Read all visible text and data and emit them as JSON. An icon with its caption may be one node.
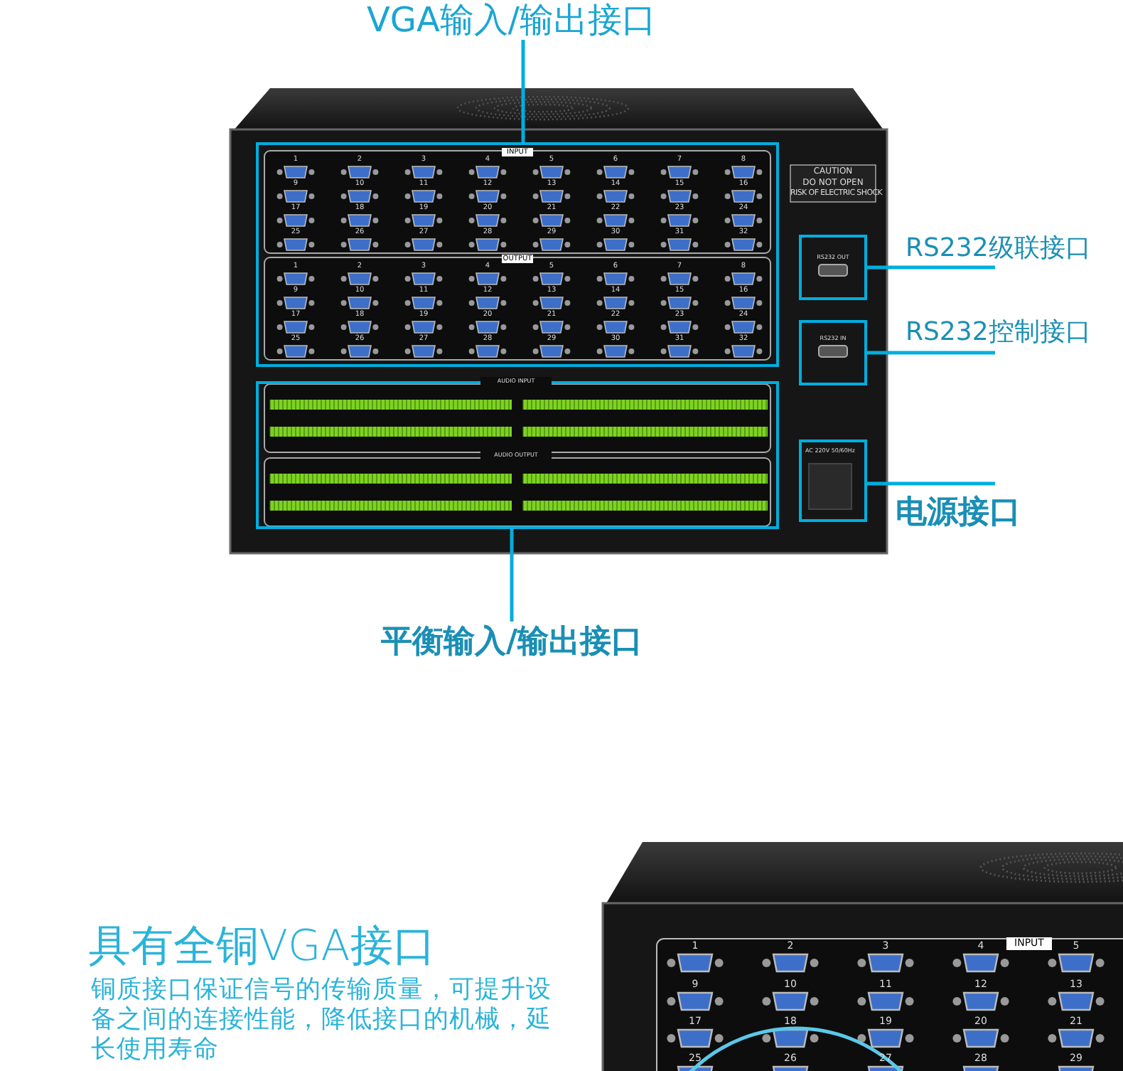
{
  "diagram": {
    "nodes": [
      {
        "text": [
          "VGA输入/输出接口"
        ]
      },
      {
        "text": [],
        "shape": "box"
      },
      {
        "text": [
          "RS232级联接口"
        ]
      },
      {
        "text": [],
        "shape": "box"
      },
      {
        "text": [
          "RS232控制接口"
        ]
      },
      {
        "text": [],
        "shape": "box"
      },
      {
        "text": [
          "电源接口"
        ]
      },
      {
        "text": [],
        "shape": "box"
      },
      {
        "text": [
          "平衡输入/输出接口"
        ]
      },
      {
        "text": [],
        "shape": "box"
      }
    ],
    "edges": [
      {
        "from": 0,
        "to": 1,
        "arrow": "none"
      },
      {
        "from": 2,
        "to": 3,
        "arrow": "none"
      },
      {
        "from": 4,
        "to": 5,
        "arrow": "none"
      },
      {
        "from": 6,
        "to": 7,
        "arrow": "none"
      },
      {
        "from": 8,
        "to": 9,
        "arrow": "none"
      }
    ],
    "labels": [
      "INPUT",
      "1",
      "2",
      "3",
      "4",
      "5",
      "6",
      "7",
      "8",
      "9",
      "10",
      "11",
      "12",
      "13",
      "14",
      "15",
      "16",
      "17",
      "18",
      "19",
      "20",
      "21",
      "22",
      "23",
      "24",
      "25",
      "26",
      "27",
      "28",
      "29",
      "30",
      "31",
      "32",
      "OUTPUT",
      "1",
      "2",
      "3",
      "4",
      "5",
      "6",
      "7",
      "8",
      "9",
      "10",
      "11",
      "12",
      "13",
      "14",
      "15",
      "16",
      "17",
      "18",
      "19",
      "20",
      "21",
      "22",
      "23",
      "24",
      "25",
      "26",
      "27",
      "28",
      "29",
      "30",
      "31",
      "32",
      "CAUTION",
      "DO NOT OPEN",
      "RISK OF ELECTRIC SHOCK",
      "RS232 OUT",
      "RS232 IN",
      "AUDIO INPUT",
      "AUDIO OUTPUT",
      "AC 220V 50/60Hz",
      "具有全铜VGA接口",
      "铜质接口保证信号的传输质量，可提升设备之间的连接性能，降低接口的机械，延长使用寿命",
      "1",
      "2",
      "3",
      "4",
      "INPUT",
      "5",
      "9",
      "10",
      "11",
      "12",
      "13",
      "17",
      "18",
      "19",
      "20",
      "21",
      "25",
      "26",
      "27",
      "28",
      "29"
    ]
  }
}
